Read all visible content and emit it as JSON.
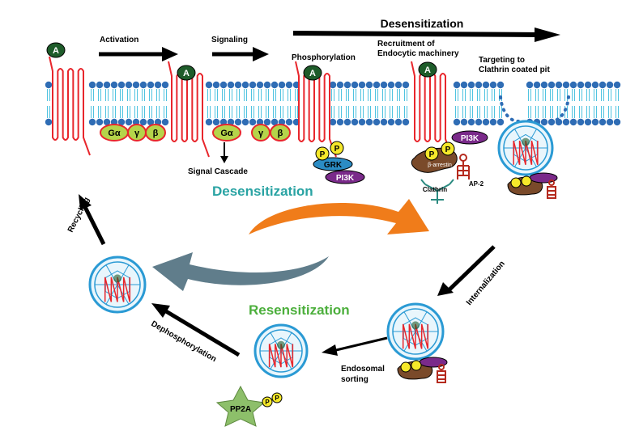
{
  "labels": {
    "desensitization_top": "Desensitization",
    "activation": "Activation",
    "signaling": "Signaling",
    "phosphorylation": "Phosphorylation",
    "recruitment": "Recruitment of\nEndocytic machinery",
    "targeting": "Targeting to\nClathrin coated pit",
    "signal_cascade": "Signal Cascade",
    "desensitization_mid": "Desensitization",
    "resensitization": "Resensitization",
    "recycling": "Recycling",
    "dephosphorylation": "Dephosphorylation",
    "endosomal_sorting": "Endosomal\nsorting",
    "internalization": "Internalization"
  },
  "molecules": {
    "agonist": "A",
    "g_alpha": "Gα",
    "g_gamma": "γ",
    "g_beta": "β",
    "phospho": "P",
    "grk": "GRK",
    "pi3k": "PI3K",
    "beta_arrestin": "β-arrestin",
    "clathrin": "Clathrin",
    "ap2": "AP-2",
    "pp2a": "PP2A"
  },
  "colors": {
    "receptor": "#e8262c",
    "membrane_head": "#2f6db5",
    "membrane_tail": "#4fc3e0",
    "agonist": "#1e5c2a",
    "g_protein": "#b5d44a",
    "phospho": "#f5e82a",
    "grk": "#2b8cc4",
    "pi3k": "#7a2a8a",
    "arrestin": "#7a4a2a",
    "ap2": "#b52a1e",
    "clathrin_coat": "#2a9ad4",
    "desens_arrow": "#f07c1a",
    "resens_arrow": "#607d8b",
    "desens_text": "#29a3a3",
    "resens_text": "#4caf3c",
    "pp2a": "#8dbf6a"
  }
}
